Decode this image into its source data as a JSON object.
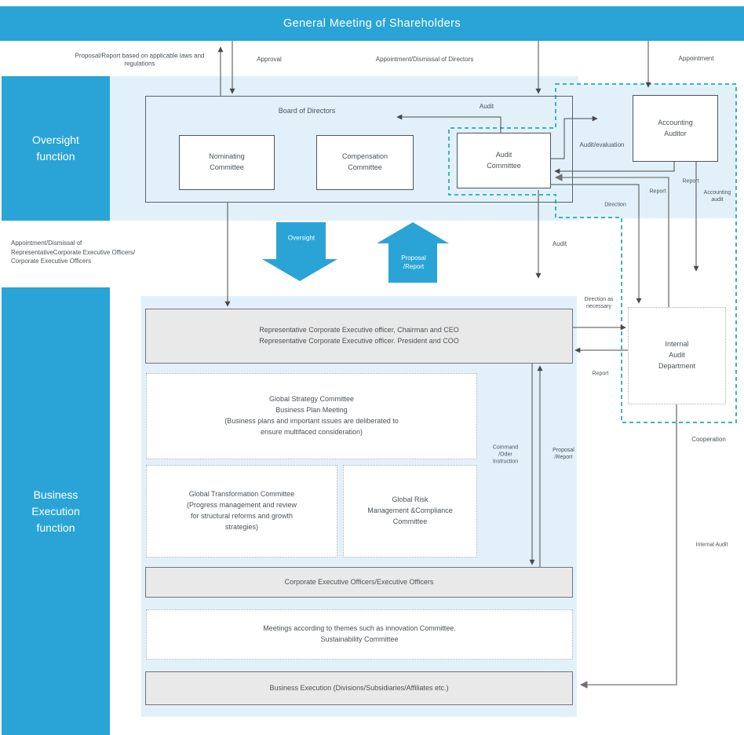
{
  "palette": {
    "blue": "#2aa4d6",
    "light_blue": "#e2f1f9",
    "teal_dash": "#3db3c0",
    "box_gray": "#e9e9e9",
    "line_dark": "#4a4a4a",
    "line_gray": "#8a8a8a"
  },
  "header": {
    "title": "General Meeting of Shareholders"
  },
  "top_flow_labels": {
    "proposal_report": "Proposal/Report based on applicable laws and\nregulations",
    "approval": "Approval",
    "appointment_dismissal": "Appointment/Dismissal of Directors",
    "appointment": "Appointment"
  },
  "side_sections": {
    "oversight": "Oversight\nfunction",
    "business": "Business\nExecution\nfunction"
  },
  "oversight": {
    "board_title": "Board of Directors",
    "nominating": "Nominating\nCommittee",
    "compensation": "Compensation\nCommittee",
    "audit_committee": "Audit\nCommittee",
    "accounting_auditor": "Accounting\nAuditor",
    "audit_label": "Audit",
    "audit_evaluation": "Audit/evaluation",
    "report_a": "Report",
    "report_b": "Report",
    "accounting_audit": "Accounting\naudit",
    "direction": "Direction"
  },
  "middle": {
    "appointment_dismissal_ceo": "Appointment/Dismissal of\nRepresentativeCorporate Executive Officers/\nCorporate Executive Officers",
    "oversight_arrow": "Oversight",
    "proposal_report_arrow": "Proposal\n/Report",
    "audit_down": "Audit"
  },
  "execution": {
    "representative": "Representative Corporate Executive officer, Chairman and CEO\nRepresentative Corporate Executive officer. President and COO",
    "global_strategy": "Global Strategy Committee\nBusiness Plan Meeting\n(Business plans and important issues are deliberated to\nensure multifaced consideration)",
    "global_transformation": "Global Transformation Committee\n(Progress management and review\nfor structural reforms and growth\nstrategies)",
    "global_risk": "Global Risk\nManagement &Compliance\nCommittee",
    "corporate_officers": "Corporate Executive Officers/Executive Officers",
    "meetings": "Meetings according to themes such as innovation Committee.\nSustainability Committee",
    "business_execution": "Business Execution (Divisions/Subsidiaries/Affiliates etc.)",
    "command": "Command\n/Oder\nInstruction",
    "proposal_report": "Proposal\n/Report"
  },
  "internal_audit": {
    "box": "Internal\nAudit\nDepartment",
    "direction_as_necessary": "Direction as\nnecessary",
    "report": "Report",
    "cooperation": "Cooperation",
    "internal_audit": "Internal Audit"
  }
}
